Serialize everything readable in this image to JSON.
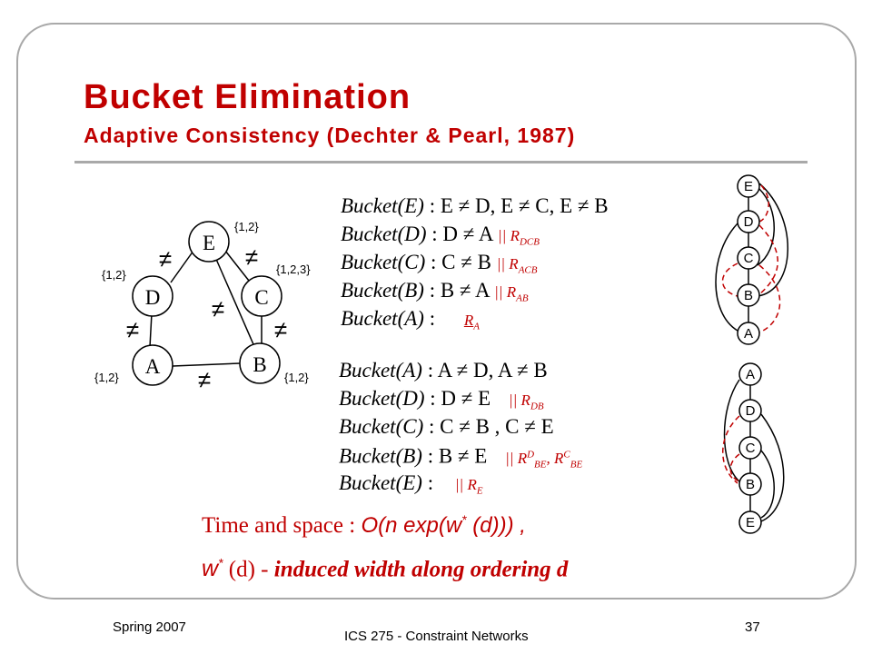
{
  "slide": {
    "title": "Bucket Elimination",
    "subtitle": "Adaptive Consistency (Dechter & Pearl, 1987)"
  },
  "graph": {
    "nodes": [
      {
        "label": "E",
        "domain": "{1,2}"
      },
      {
        "label": "D",
        "domain": "{1,2}"
      },
      {
        "label": "C",
        "domain": "{1,2,3}"
      },
      {
        "label": "A",
        "domain": "{1,2}"
      },
      {
        "label": "B",
        "domain": "{1,2}"
      }
    ],
    "neq_symbol": "≠"
  },
  "ordering1": {
    "buckets": [
      {
        "name": "Bucket(E)",
        "constraints": "E ≠ D,  E ≠ C,  E ≠ B",
        "sep": "",
        "relation": "",
        "sub": ""
      },
      {
        "name": "Bucket(D)",
        "constraints": "D ≠ A",
        "sep": "||",
        "relation": "R",
        "sub": "DCB"
      },
      {
        "name": "Bucket(C)",
        "constraints": "C ≠ B",
        "sep": "||",
        "relation": "R",
        "sub": "ACB"
      },
      {
        "name": "Bucket(B)",
        "constraints": "B ≠ A",
        "sep": "||",
        "relation": "R",
        "sub": "AB"
      },
      {
        "name": "Bucket(A)",
        "constraints": "",
        "sep": "",
        "relation": "R",
        "sub": "A"
      }
    ],
    "chain": [
      "E",
      "D",
      "C",
      "B",
      "A"
    ]
  },
  "ordering2": {
    "buckets": [
      {
        "name": "Bucket(A)",
        "constraints": "A ≠ D,  A ≠ B",
        "sep": "",
        "relation": "",
        "sub": ""
      },
      {
        "name": "Bucket(D)",
        "constraints": "D ≠ E",
        "sep": "||",
        "relation": "R",
        "sub": "DB"
      },
      {
        "name": "Bucket(C)",
        "constraints": "C ≠ B ,  C ≠ E",
        "sep": "",
        "relation": "",
        "sub": ""
      },
      {
        "name": "Bucket(B)",
        "constraints": "B ≠ E",
        "sep": "||",
        "relation": "R",
        "sub": "BE",
        "sup": "D",
        "relation2": "R",
        "sub2": "BE",
        "sup2": "C"
      },
      {
        "name": "Bucket(E)",
        "constraints": "",
        "sep": "||",
        "relation": "R",
        "sub": "E"
      }
    ],
    "chain": [
      "A",
      "D",
      "C",
      "B",
      "E"
    ]
  },
  "complexity": {
    "label": "Time and space :",
    "formula": "O(n exp(w",
    "formula_sup": "*",
    "formula_end": " (d))) ,",
    "w_symbol": "w",
    "w_sup": "*",
    "w_arg": "(d) -",
    "w_desc": "induced width along ordering d"
  },
  "footer": {
    "date": "Spring 2007",
    "course": "ICS 275 - Constraint Networks",
    "page": "37"
  }
}
